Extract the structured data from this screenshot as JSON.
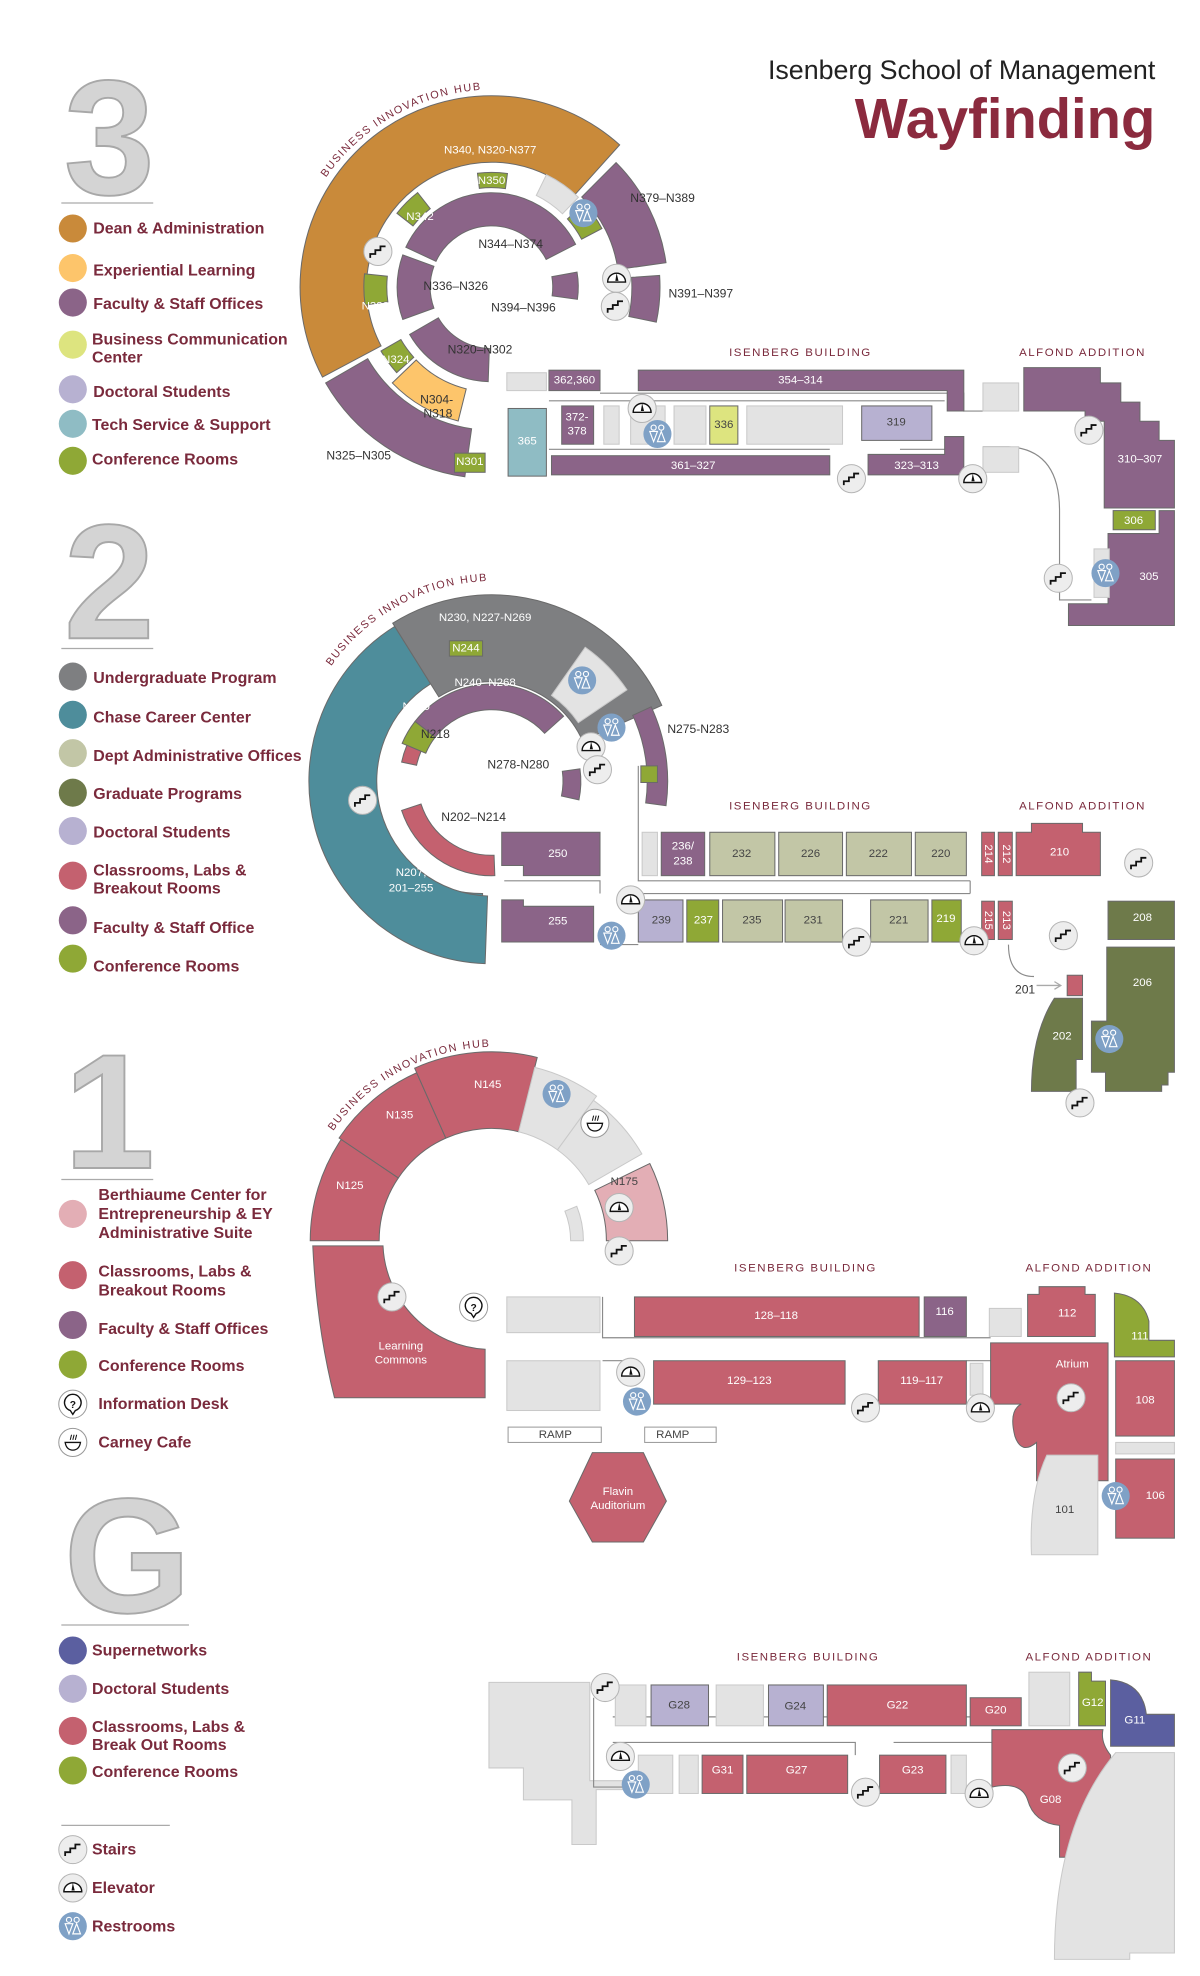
{
  "header": {
    "school": "Isenberg School of Management",
    "title": "Wayfinding"
  },
  "colors": {
    "title": "#8b2a3e",
    "dean": "#c98a3a",
    "experiential": "#fdc56b",
    "faculty": "#8b6488",
    "business_comm": "#dde47f",
    "doctoral": "#b7b1d1",
    "tech": "#8fbcc4",
    "conference": "#8fa836",
    "undergrad": "#7e7f81",
    "chase": "#4e8d9b",
    "dept_admin": "#c2c6a6",
    "graduate": "#6e7a4a",
    "classrooms": "#c4616f",
    "berthiaume": "#e3aeb5",
    "supernetworks": "#5b5fa0",
    "restroom": "#7fa1c6"
  },
  "wings": {
    "hub": "BUSINESS INNOVATION HUB",
    "isenberg": "ISENBERG BUILDING",
    "alfond": "ALFOND ADDITION"
  },
  "floor_3": {
    "level": "3",
    "legend": [
      {
        "lines": [
          "Dean & Administration"
        ],
        "color": "#c98a3a"
      },
      {
        "lines": [
          "Experiential Learning"
        ],
        "color": "#fdc56b"
      },
      {
        "lines": [
          "Faculty & Staff Offices"
        ],
        "color": "#8b6488"
      },
      {
        "lines": [
          "Business Communication",
          "Center"
        ],
        "color": "#dde47f"
      },
      {
        "lines": [
          "Doctoral Students"
        ],
        "color": "#b7b1d1"
      },
      {
        "lines": [
          "Tech Service & Support"
        ],
        "color": "#8fbcc4"
      },
      {
        "lines": [
          "Conference Rooms"
        ],
        "color": "#8fa836"
      }
    ],
    "rooms": {
      "n340": "N340, N320-N377",
      "n350": "N350",
      "n342": "N342",
      "n344": "N344–N374",
      "n336": "N336–N326",
      "n394": "N394–N396",
      "n330": "N330",
      "n320": "N320–N302",
      "n324": "N324",
      "n304a": "N304-",
      "n304b": "N318",
      "n301": "N301",
      "n325": "N325–N305",
      "n379": "N379–N389",
      "n390": "N390",
      "n391": "N391–N397",
      "r362": "362,360",
      "r354": "354–314",
      "r365": "365",
      "r372a": "372-",
      "r372b": "378",
      "r336": "336",
      "r319": "319",
      "r361": "361–327",
      "r323": "323–313",
      "r310": "310–307",
      "r306": "306",
      "r305": "305"
    }
  },
  "floor_2": {
    "level": "2",
    "legend": [
      {
        "lines": [
          "Undergraduate Program"
        ],
        "color": "#7e7f81"
      },
      {
        "lines": [
          "Chase Career Center"
        ],
        "color": "#4e8d9b"
      },
      {
        "lines": [
          "Dept Administrative Offices"
        ],
        "color": "#c2c6a6"
      },
      {
        "lines": [
          "Graduate Programs"
        ],
        "color": "#6e7a4a"
      },
      {
        "lines": [
          "Doctoral Students"
        ],
        "color": "#b7b1d1"
      },
      {
        "lines": [
          "Classrooms, Labs &",
          "Breakout Rooms"
        ],
        "color": "#c4616f"
      },
      {
        "lines": [
          "Faculty & Staff Office"
        ],
        "color": "#8b6488"
      },
      {
        "lines": [
          "Conference Rooms"
        ],
        "color": "#8fa836"
      }
    ],
    "rooms": {
      "n230": "N230, N227-N269",
      "n244": "N244",
      "n240": "N240–N268",
      "n220": "N220",
      "n218": "N218",
      "n278": "N278-N280",
      "n275": "N275-N283",
      "n202": "N202–N214",
      "n207a": "N207,",
      "n207b": "201–255",
      "r250": "250",
      "r255": "255",
      "r236a": "236/",
      "r236b": "238",
      "r232": "232",
      "r226": "226",
      "r222": "222",
      "r220": "220",
      "r214": "214",
      "r212": "212",
      "r210": "210",
      "r239": "239",
      "r237": "237",
      "r235": "235",
      "r231": "231",
      "r221": "221",
      "r219": "219",
      "r215": "215",
      "r213": "213",
      "r208": "208",
      "r206": "206",
      "r202": "202",
      "r201": "201"
    }
  },
  "floor_1": {
    "level": "1",
    "legend": [
      {
        "lines": [
          "Berthiaume Center for",
          "Entrepreneurship & EY",
          "Administrative Suite"
        ],
        "color": "#e3aeb5"
      },
      {
        "lines": [
          "Classrooms, Labs &",
          "Breakout Rooms"
        ],
        "color": "#c4616f"
      },
      {
        "lines": [
          "Faculty & Staff Offices"
        ],
        "color": "#8b6488"
      },
      {
        "lines": [
          "Conference Rooms"
        ],
        "color": "#8fa836"
      },
      {
        "lines": [
          "Information Desk"
        ],
        "icon": "info-icon"
      },
      {
        "lines": [
          "Carney  Cafe"
        ],
        "icon": "coffee-cup-icon"
      }
    ],
    "rooms": {
      "n125": "N125",
      "n135": "N135",
      "n145": "N145",
      "n175": "N175",
      "lc_a": "Learning",
      "lc_b": "Commons",
      "r128": "128–118",
      "r116": "116",
      "r112": "112",
      "r111": "111",
      "atrium": "Atrium",
      "r108": "108",
      "r106": "106",
      "r101": "101",
      "r129": "129–123",
      "r119": "119–117",
      "ramp": "RAMP",
      "flavin_a": "Flavin",
      "flavin_b": "Auditorium"
    }
  },
  "floor_g": {
    "level": "G",
    "legend": [
      {
        "lines": [
          "Supernetworks"
        ],
        "color": "#5b5fa0"
      },
      {
        "lines": [
          "Doctoral Students"
        ],
        "color": "#b7b1d1"
      },
      {
        "lines": [
          "Classrooms, Labs &",
          "Break Out Rooms"
        ],
        "color": "#c4616f"
      },
      {
        "lines": [
          "Conference Rooms"
        ],
        "color": "#8fa836"
      }
    ],
    "rooms": {
      "g28": "G28",
      "g24": "G24",
      "g22": "G22",
      "g20": "G20",
      "g12": "G12",
      "g11": "G11",
      "g31": "G31",
      "g27": "G27",
      "g23": "G23",
      "g08": "G08"
    }
  },
  "key": [
    {
      "label": "Stairs",
      "icon": "stairs-icon"
    },
    {
      "label": "Elevator",
      "icon": "elevator-icon"
    },
    {
      "label": "Restrooms",
      "icon": "restroom-icon"
    }
  ]
}
